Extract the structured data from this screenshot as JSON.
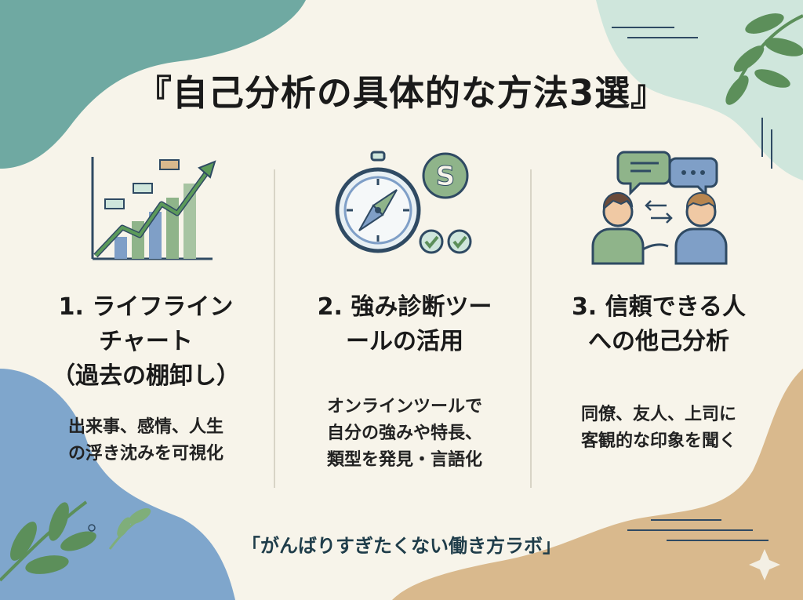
{
  "title": "『自己分析の具体的な方法3選』",
  "methods": [
    {
      "heading_lines": [
        "1. ライフライン",
        "チャート",
        "（過去の棚卸し）"
      ],
      "description_lines": [
        "出来事、感情、人生",
        "の浮き沈みを可視化"
      ],
      "icon": "lifeline-chart-icon"
    },
    {
      "heading_lines": [
        "2. 強み診断ツー",
        "ールの活用"
      ],
      "description_lines": [
        "オンラインツールで",
        "自分の強みや特長、",
        "類型を発見・言語化"
      ],
      "icon": "compass-diagnosis-icon"
    },
    {
      "heading_lines": [
        "3. 信頼できる人",
        "への他己分析"
      ],
      "description_lines": [
        "同僚、友人、上司に",
        "客観的な印象を聞く"
      ],
      "icon": "people-conversation-icon"
    }
  ],
  "footer": "「がんばりすぎたくない働き方ラボ」",
  "colors": {
    "teal_blob": "#6fa9a2",
    "mint_blob": "#cfe6dc",
    "blue_blob": "#7fa6cc",
    "tan_blob": "#d9b98d",
    "leaf_green": "#5c8f5a",
    "icon_navy": "#2f4a63",
    "icon_green": "#8fb48a",
    "icon_blue": "#7f9fc7",
    "text_dark": "#1a1a1a",
    "footer_text": "#1f3d4a"
  }
}
